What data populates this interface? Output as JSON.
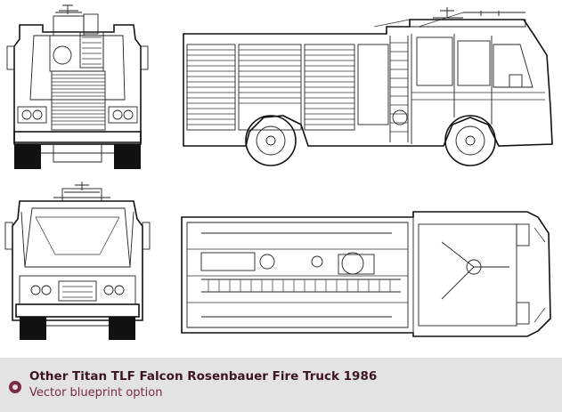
{
  "caption": {
    "title": "Other Titan TLF Falcon Rosenbauer Fire Truck 1986",
    "subtitle": "Vector blueprint option",
    "accent_color": "#7a2c46",
    "background_color": "#e3e3e3",
    "icon": "radio-selected-icon"
  },
  "blueprint": {
    "views": [
      "front-view",
      "side-view",
      "rear-view",
      "top-view"
    ]
  }
}
